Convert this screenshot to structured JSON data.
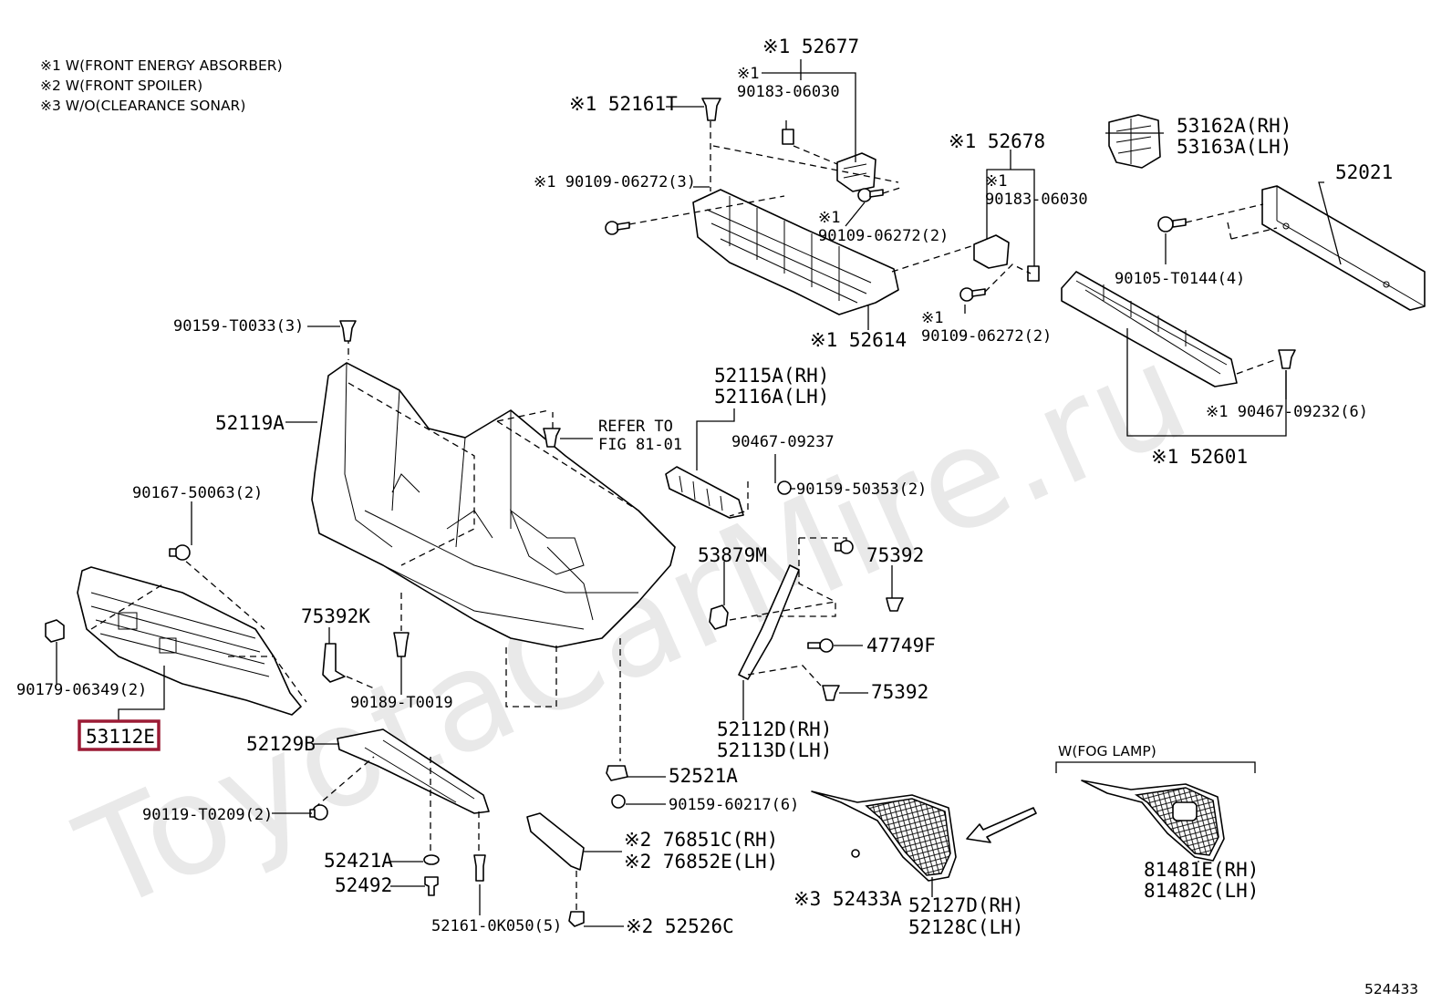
{
  "notes": [
    "※1 W(FRONT ENERGY ABSORBER)",
    "※2 W(FRONT SPOILER)",
    "※3 W/O(CLEARANCE SONAR)"
  ],
  "watermark": "ToyotaCarMire.ru",
  "figure_number": "524433",
  "highlighted_part": "53112E",
  "group_label": "W(FOG LAMP)",
  "labels": {
    "p52677": "※1 52677",
    "p90183a_mark": "※1",
    "p90183a": "90183-06030",
    "p52161T": "※1 52161T",
    "p90109_3": "※1 90109-06272(3)",
    "p90109_2a_mark": "※1",
    "p90109_2a": "90109-06272(2)",
    "p52614": "※1 52614",
    "p52678": "※1 52678",
    "p90183b_mark": "※1",
    "p90183b": "90183-06030",
    "p90109_2b_mark": "※1",
    "p90109_2b": "90109-06272(2)",
    "p53162A": "53162A(RH)",
    "p53163A": "53163A(LH)",
    "p52021": "52021",
    "p90105": "90105-T0144(4)",
    "p90467_6": "※1 90467-09232(6)",
    "p52601": "※1 52601",
    "p90159_3": "90159-T0033(3)",
    "p52119A": "52119A",
    "refer1": "REFER TO",
    "refer2": "FIG 81-01",
    "p52115A": "52115A(RH)",
    "p52116A": "52116A(LH)",
    "p90467_09237": "90467-09237",
    "p90159_2": "90159-50353(2)",
    "p90167": "90167-50063(2)",
    "p53879M": "53879M",
    "p75392a": "75392",
    "p75392K": "75392K",
    "p47749F": "47749F",
    "p75392b": "75392",
    "p90179": "90179-06349(2)",
    "p90189": "90189-T0019",
    "p53112E": "53112E",
    "p52112D": "52112D(RH)",
    "p52113D": "52113D(LH)",
    "p52129B": "52129B",
    "p52521A": "52521A",
    "p90159_6": "90159-60217(6)",
    "p90119": "90119-T0209(2)",
    "p76851C": "※2 76851C(RH)",
    "p76852E": "※2 76852E(LH)",
    "p52421A": "52421A",
    "p52492": "52492",
    "p52161K": "52161-0K050(5)",
    "p52526C": "※2 52526C",
    "p52433A": "※3 52433A",
    "p52127D": "52127D(RH)",
    "p52128C": "52128C(LH)",
    "p81481E": "81481E(RH)",
    "p81482C": "81482C(LH)"
  }
}
